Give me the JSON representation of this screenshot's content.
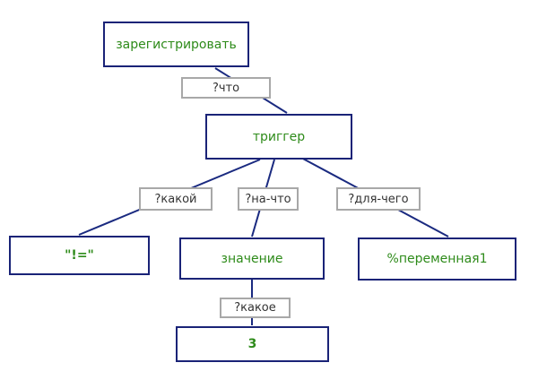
{
  "diagram": {
    "nodes": {
      "register": "зарегистрировать",
      "trigger": "триггер",
      "neq": "\"!=\"",
      "value": "значение",
      "variable": "%переменная1",
      "three": "3"
    },
    "edges": {
      "what": "?что",
      "which": "?какой",
      "on_what": "?на-что",
      "for_what": "?для-чего",
      "which_neuter": "?какое"
    }
  },
  "colors": {
    "node_border": "#1a2377",
    "node_text": "#2e8b1a",
    "edge_line": "#1a2a80",
    "label_border": "#a8a8a8",
    "label_text": "#333333"
  }
}
